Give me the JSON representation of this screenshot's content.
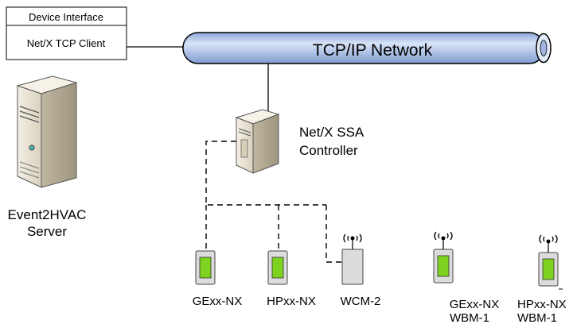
{
  "device_interface_box": {
    "header": "Device Interface",
    "client": "Net/X TCP Client"
  },
  "network": {
    "label": "TCP/IP Network",
    "color": "#bcd0ee"
  },
  "server": {
    "label_line1": "Event2HVAC",
    "label_line2": "Server"
  },
  "controller": {
    "label_line1": "Net/X SSA",
    "label_line2": "Controller"
  },
  "devices": [
    {
      "label_line1": "GExx-NX",
      "label_line2": ""
    },
    {
      "label_line1": "HPxx-NX",
      "label_line2": ""
    },
    {
      "label_line1": "WCM-2",
      "label_line2": ""
    },
    {
      "label_line1": "GExx-NX",
      "label_line2": "WBM-1"
    },
    {
      "label_line1": "HPxx-NX",
      "label_line2": "WBM-1"
    }
  ],
  "colors": {
    "thermostat_screen": "#7ed321",
    "device_body": "#dcdcdc",
    "server_body": "#ece7d9"
  }
}
